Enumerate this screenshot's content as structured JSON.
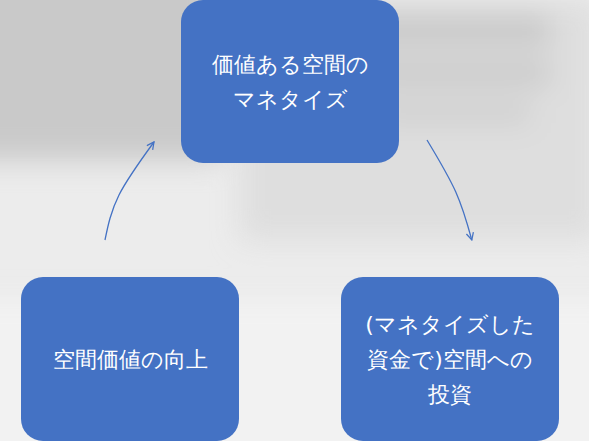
{
  "diagram": {
    "nodes": [
      {
        "text": [
          "価値ある空間の マネタイズ"
        ]
      },
      {
        "text": [
          "空間価値の向上"
        ]
      },
      {
        "text": [
          "(マネタイズした 資金で)空間への 投資"
        ]
      }
    ],
    "edges": [
      {
        "from": 1,
        "to": 0,
        "arrow": "to"
      },
      {
        "from": 0,
        "to": 2,
        "arrow": "to"
      }
    ]
  }
}
